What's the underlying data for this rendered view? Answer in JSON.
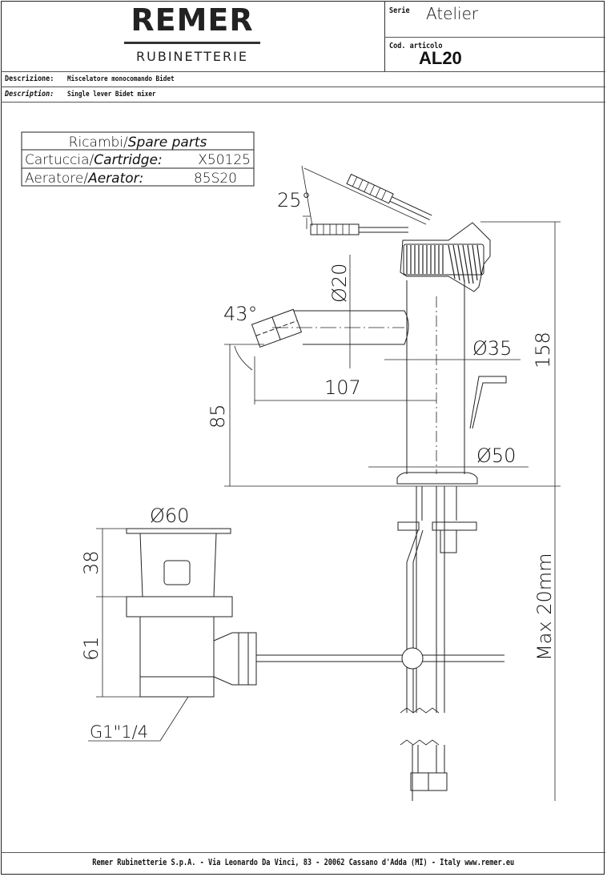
{
  "header": {
    "brand": "REMER",
    "brand_sub": "RUBINETTERIE",
    "serie_label": "Serie",
    "serie_value": "Atelier",
    "code_label": "Cod. articolo",
    "code_value": "AL20"
  },
  "description": {
    "it_label": "Descrizione:",
    "it_value": "Miscelatore monocomando Bidet",
    "en_label": "Description:",
    "en_value": "Single lever Bidet mixer"
  },
  "spare_parts": {
    "title_it": "Ricambi/",
    "title_en": "Spare parts",
    "rows": [
      {
        "label_it": "Cartuccia/",
        "label_en": "Cartridge:",
        "value": "X50125"
      },
      {
        "label_it": "Aeratore/",
        "label_en": "Aerator:",
        "value": "85S20"
      }
    ]
  },
  "dimensions": {
    "lever_angle": "25°",
    "spout_angle": "43°",
    "spout_diameter": "Ø20",
    "body_diameter": "Ø35",
    "base_diameter": "Ø50",
    "height": "158",
    "spout_height": "85",
    "spout_reach": "107",
    "max_thickness": "Max 20mm",
    "waste_diameter": "Ø60",
    "waste_top": "38",
    "waste_body": "61",
    "waste_thread": "G1\"1/4"
  },
  "footer": {
    "text": "Remer Rubinetterie S.p.A. - Via Leonardo Da Vinci, 83 - 20062 Cassano d'Adda (MI) - Italy www.remer.eu"
  }
}
